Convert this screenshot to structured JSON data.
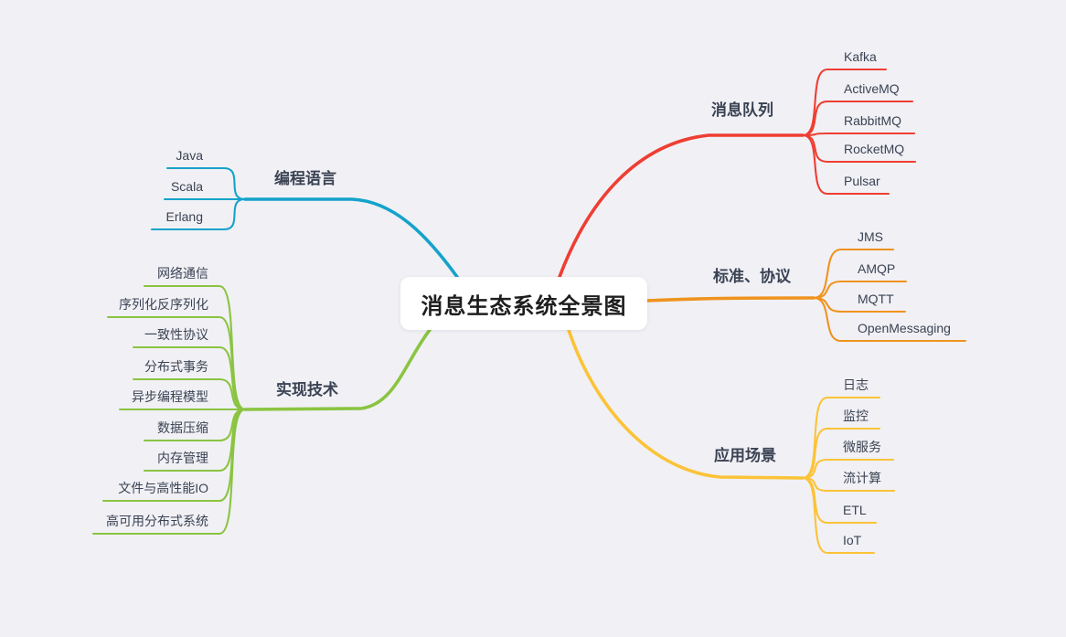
{
  "title": "消息生态系统全景图",
  "colors": {
    "background": "#f1f0f5",
    "node_bg": "#ffffff",
    "title_text": "#1e1e1e",
    "label_text": "#3a4353",
    "red": "#ee3e32",
    "orange": "#ef931e",
    "yellow": "#fbc337",
    "blue": "#14a3cb",
    "green": "#8ac441"
  },
  "branches": [
    {
      "label": "消息队列",
      "color": "#ee3e32",
      "children": [
        {
          "label": "Kafka"
        },
        {
          "label": "ActiveMQ"
        },
        {
          "label": "RabbitMQ"
        },
        {
          "label": "RocketMQ"
        },
        {
          "label": "Pulsar"
        }
      ]
    },
    {
      "label": "标准、协议",
      "color": "#ef931e",
      "children": [
        {
          "label": "JMS"
        },
        {
          "label": "AMQP"
        },
        {
          "label": "MQTT"
        },
        {
          "label": "OpenMessaging"
        }
      ]
    },
    {
      "label": "应用场景",
      "color": "#fbc337",
      "children": [
        {
          "label": "日志"
        },
        {
          "label": "监控"
        },
        {
          "label": "微服务"
        },
        {
          "label": "流计算"
        },
        {
          "label": "ETL"
        },
        {
          "label": "IoT"
        }
      ]
    },
    {
      "label": "编程语言",
      "color": "#14a3cb",
      "children": [
        {
          "label": "Java"
        },
        {
          "label": "Scala"
        },
        {
          "label": "Erlang"
        }
      ]
    },
    {
      "label": "实现技术",
      "color": "#8ac441",
      "children": [
        {
          "label": "网络通信"
        },
        {
          "label": "序列化反序列化"
        },
        {
          "label": "一致性协议"
        },
        {
          "label": "分布式事务"
        },
        {
          "label": "异步编程模型"
        },
        {
          "label": "数据压缩"
        },
        {
          "label": "内存管理"
        },
        {
          "label": "文件与高性能IO"
        },
        {
          "label": "高可用分布式系统"
        }
      ]
    }
  ]
}
